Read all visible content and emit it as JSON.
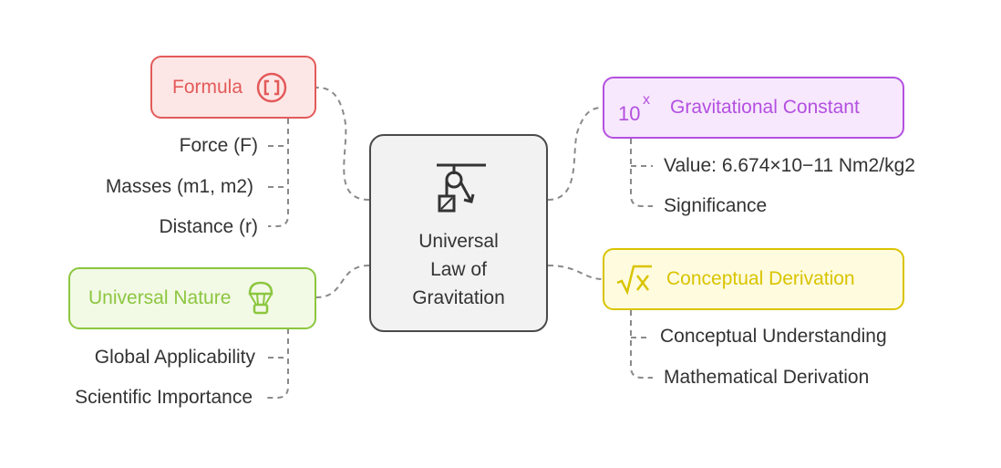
{
  "center": {
    "title_lines": [
      "Universal",
      "Law of",
      "Gravitation"
    ],
    "icon": "pulley-icon"
  },
  "branches": {
    "formula": {
      "label": "Formula",
      "icon": "brackets-icon",
      "color": "#e35a5a",
      "fill": "#fde7e6",
      "items": [
        "Force (F)",
        "Masses (m1, m2)",
        "Distance (r)"
      ]
    },
    "universal_nature": {
      "label": "Universal Nature",
      "icon": "parachute-icon",
      "color": "#8cc63f",
      "fill": "#f2f9e5",
      "items": [
        "Global Applicability",
        "Scientific Importance"
      ]
    },
    "gravitational_constant": {
      "label": "Gravitational Constant",
      "icon": "exponent-icon",
      "color": "#b44fe0",
      "fill": "#f7e8fd",
      "items": [
        "Value: 6.674×10−11 Nm2/kg2",
        "Significance"
      ]
    },
    "conceptual_derivation": {
      "label": "Conceptual Derivation",
      "icon": "square-root-icon",
      "color": "#d9c400",
      "fill": "#fefbdf",
      "items": [
        "Conceptual Understanding",
        "Mathematical Derivation"
      ]
    }
  }
}
